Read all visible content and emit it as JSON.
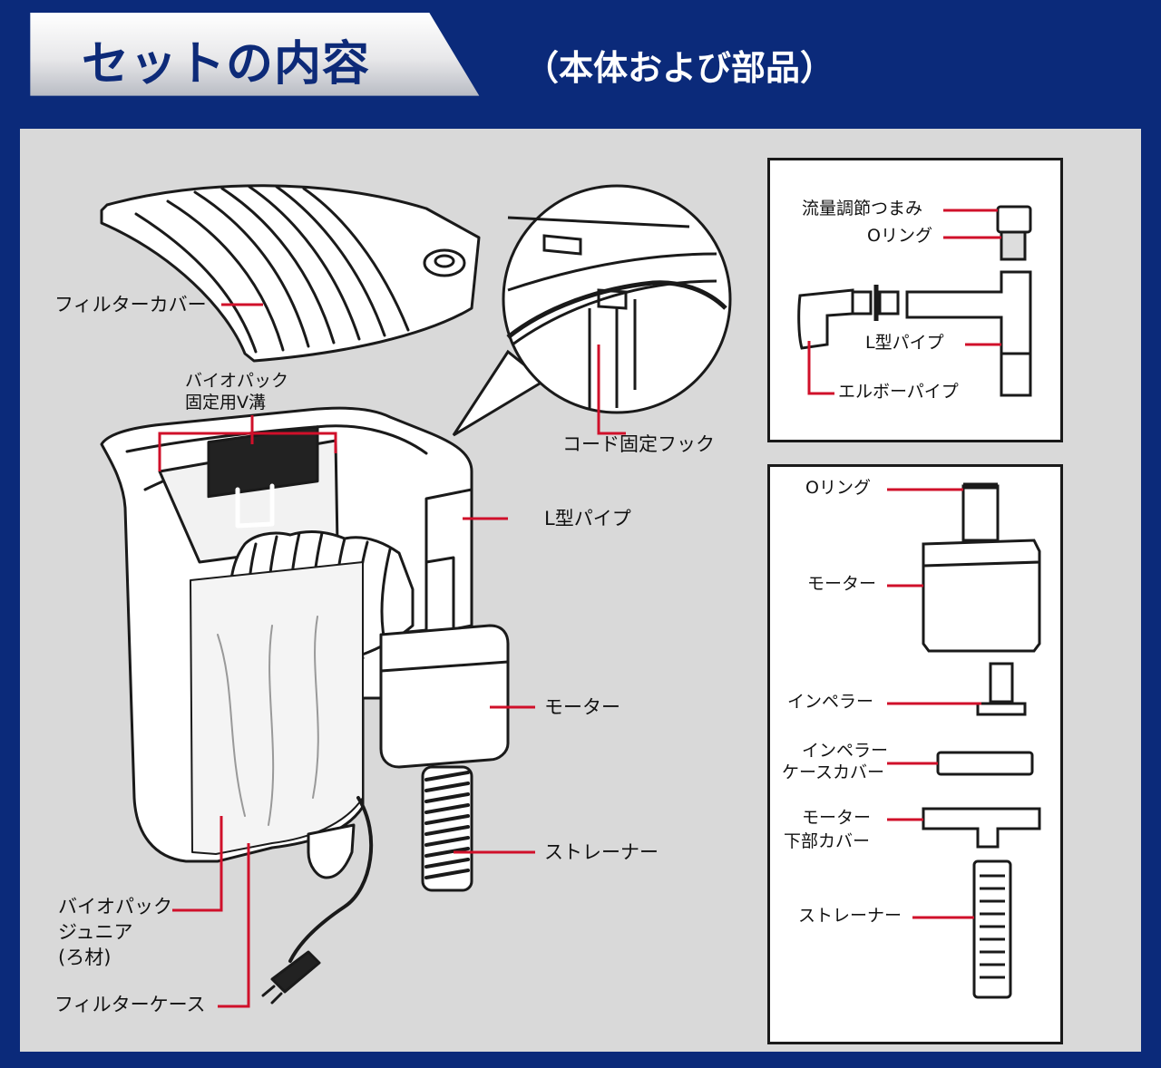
{
  "header": {
    "title": "セットの内容",
    "subtitle": "（本体および部品）"
  },
  "colors": {
    "navy": "#0b2a7a",
    "leader_red": "#d0102a",
    "panel_gray": "#d9d9d9"
  },
  "main_labels": {
    "filter_cover": "フィルターカバー",
    "biopack_groove_line1": "バイオパック",
    "biopack_groove_line2": "固定用V溝",
    "cord_hook": "コード固定フック",
    "l_pipe": "L型パイプ",
    "motor": "モーター",
    "strainer": "ストレーナー",
    "biopack_junior_line1": "バイオパック",
    "biopack_junior_line2": "ジュニア",
    "biopack_junior_line3": "(ろ材)",
    "filter_case": "フィルターケース"
  },
  "pipe_box": {
    "flow_knob": "流量調節つまみ",
    "o_ring": "Oリング",
    "l_pipe": "L型パイプ",
    "elbow_pipe": "エルボーパイプ"
  },
  "motor_box": {
    "o_ring": "Oリング",
    "motor": "モーター",
    "impeller": "インペラー",
    "impeller_case_cover_line1": "インペラー",
    "impeller_case_cover_line2": "ケースカバー",
    "motor_bottom_cover_line1": "モーター",
    "motor_bottom_cover_line2": "下部カバー",
    "strainer": "ストレーナー"
  }
}
